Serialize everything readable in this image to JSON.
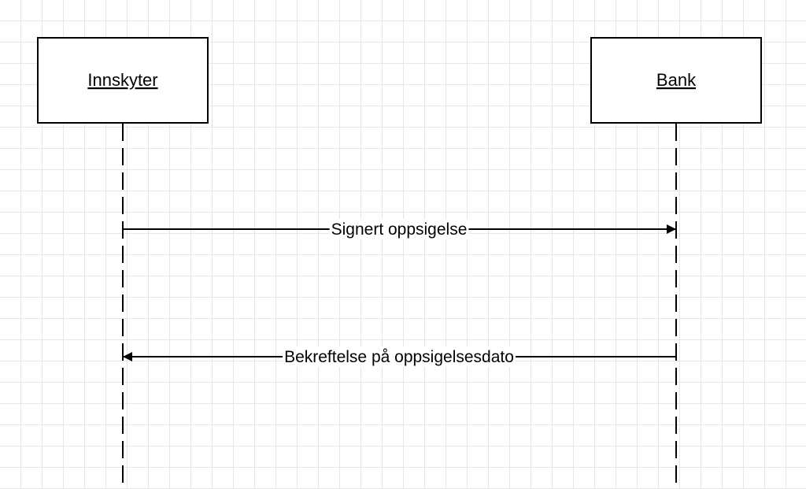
{
  "diagram": {
    "participants": [
      {
        "id": "innskyter",
        "label": "Innskyter"
      },
      {
        "id": "bank",
        "label": "Bank"
      }
    ],
    "messages": [
      {
        "from": "innskyter",
        "to": "bank",
        "label": "Signert oppsigelse"
      },
      {
        "from": "bank",
        "to": "innskyter",
        "label": "Bekreftelse på oppsigelsesdato"
      }
    ]
  }
}
